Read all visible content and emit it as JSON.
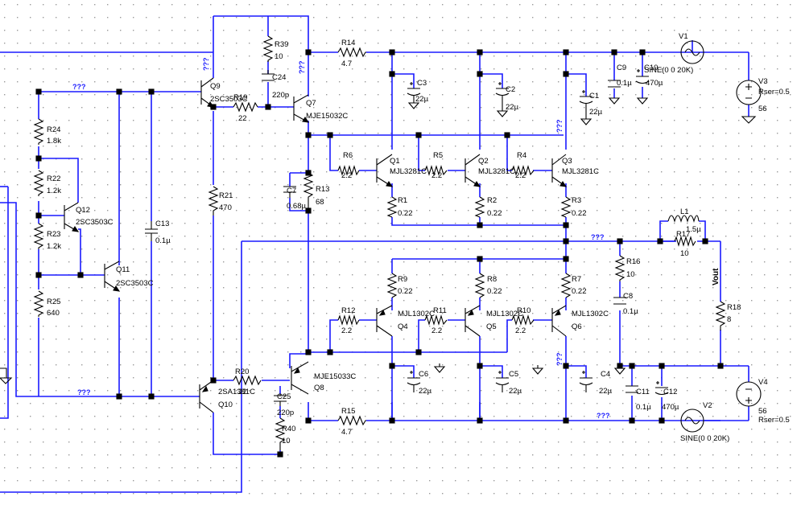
{
  "colors": {
    "wire": "#1a1aff",
    "component": "#000000",
    "grid_dot": "#9a9a9a",
    "background": "#ffffff"
  },
  "unknown_label": "???",
  "net_label": "Vout",
  "transistors": {
    "Q1": {
      "ref": "Q1",
      "model": "MJL3281C"
    },
    "Q2": {
      "ref": "Q2",
      "model": "MJL3281C"
    },
    "Q3": {
      "ref": "Q3",
      "model": "MJL3281C"
    },
    "Q4": {
      "ref": "Q4",
      "model": "MJL1302C"
    },
    "Q5": {
      "ref": "Q5",
      "model": "MJL1302C"
    },
    "Q6": {
      "ref": "Q6",
      "model": "MJL1302C"
    },
    "Q7": {
      "ref": "Q7",
      "model": "MJE15032C"
    },
    "Q8": {
      "ref": "Q8",
      "model": "MJE15033C"
    },
    "Q9": {
      "ref": "Q9",
      "model": "2SC3503C"
    },
    "Q10": {
      "ref": "Q10",
      "model": "2SA1381C"
    },
    "Q11": {
      "ref": "Q11",
      "model": "2SC3503C"
    },
    "Q12": {
      "ref": "Q12",
      "model": "2SC3503C"
    }
  },
  "resistors": {
    "R1": {
      "ref": "R1",
      "value": "0.22"
    },
    "R2": {
      "ref": "R2",
      "value": "0.22"
    },
    "R3": {
      "ref": "R3",
      "value": "0.22"
    },
    "R4": {
      "ref": "R4",
      "value": "2.2"
    },
    "R5": {
      "ref": "R5",
      "value": "2.2"
    },
    "R6": {
      "ref": "R6",
      "value": "2.2"
    },
    "R7": {
      "ref": "R7",
      "value": "0.22"
    },
    "R8": {
      "ref": "R8",
      "value": "0.22"
    },
    "R9": {
      "ref": "R9",
      "value": "0.22"
    },
    "R10": {
      "ref": "R10",
      "value": "2.2"
    },
    "R11": {
      "ref": "R11",
      "value": "2.2"
    },
    "R12": {
      "ref": "R12",
      "value": "2.2"
    },
    "R13": {
      "ref": "R13",
      "value": "68"
    },
    "R14": {
      "ref": "R14",
      "value": "4.7"
    },
    "R15": {
      "ref": "R15",
      "value": "4.7"
    },
    "R16": {
      "ref": "R16",
      "value": "10"
    },
    "R17": {
      "ref": "R17",
      "value": "10"
    },
    "R18": {
      "ref": "R18",
      "value": "8"
    },
    "R19": {
      "ref": "R19",
      "value": "22"
    },
    "R20": {
      "ref": "R20",
      "value": "22"
    },
    "R21": {
      "ref": "R21",
      "value": "470"
    },
    "R22": {
      "ref": "R22",
      "value": "1.2k"
    },
    "R23": {
      "ref": "R23",
      "value": "1.2k"
    },
    "R24": {
      "ref": "R24",
      "value": "1.8k"
    },
    "R25": {
      "ref": "R25",
      "value": "640"
    },
    "R39": {
      "ref": "R39",
      "value": "10"
    },
    "R40": {
      "ref": "R40",
      "value": "10"
    }
  },
  "capacitors": {
    "C1": {
      "ref": "C1",
      "value": "22µ"
    },
    "C2": {
      "ref": "C2",
      "value": "22µ"
    },
    "C3": {
      "ref": "C3",
      "value": "22µ"
    },
    "C4": {
      "ref": "C4",
      "value": "22µ"
    },
    "C5": {
      "ref": "C5",
      "value": "22µ"
    },
    "C6": {
      "ref": "C6",
      "value": "22µ"
    },
    "C7": {
      "ref": "C7",
      "value": "0.68µ"
    },
    "C8": {
      "ref": "C8",
      "value": "0.1µ"
    },
    "C9": {
      "ref": "C9",
      "value": "0.1µ"
    },
    "C10": {
      "ref": "C10",
      "value": "470µ"
    },
    "C11": {
      "ref": "C11",
      "value": "0.1µ"
    },
    "C12": {
      "ref": "C12",
      "value": "470µ"
    },
    "C13": {
      "ref": "C13",
      "value": "0.1µ"
    },
    "C24": {
      "ref": "C24",
      "value": "220p"
    },
    "C25": {
      "ref": "C25",
      "value": "220p"
    }
  },
  "inductors": {
    "L1": {
      "ref": "L1",
      "value": "1.5µ"
    }
  },
  "sources": {
    "V1": {
      "ref": "V1",
      "value": "SINE(0 0 20K)"
    },
    "V2": {
      "ref": "V2",
      "value": "SINE(0 0 20K)"
    },
    "V3": {
      "ref": "V3",
      "value": "56",
      "rser": "Rser=0.5"
    },
    "V4": {
      "ref": "V4",
      "value": "56",
      "rser": "Rser=0.5"
    }
  }
}
